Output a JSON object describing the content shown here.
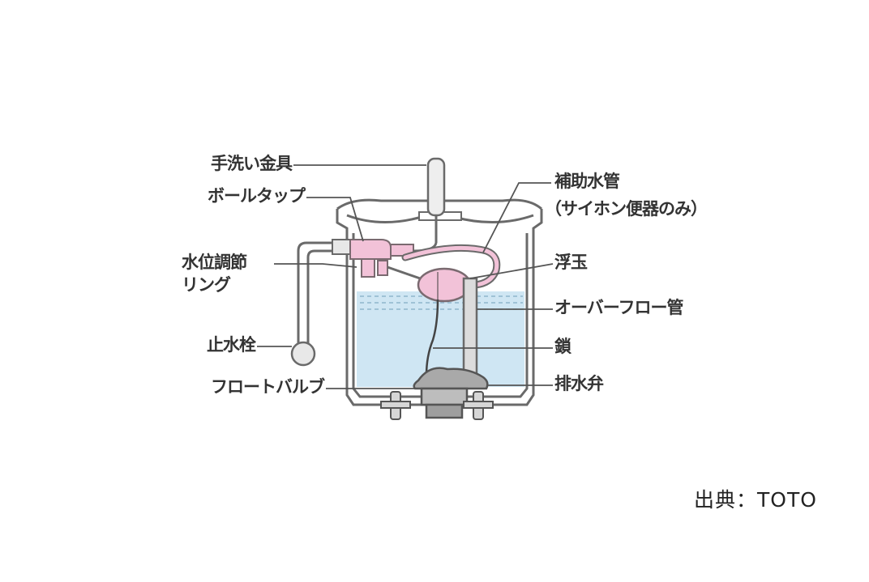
{
  "diagram": {
    "labels": {
      "hand_wash_fitting": "手洗い金具",
      "ball_tap": "ボールタップ",
      "water_level_ring_line1": "水位調節",
      "water_level_ring_line2": "リング",
      "stop_valve": "止水栓",
      "float_valve": "フロートバルブ",
      "aux_pipe_line1": "補助水管",
      "aux_pipe_line2": "（サイホン便器のみ）",
      "float_ball": "浮玉",
      "overflow_pipe": "オーバーフロー管",
      "chain": "鎖",
      "drain_valve": "排水弁"
    },
    "colors": {
      "water": "#cfe6f3",
      "pink_parts": "#f2c2d8",
      "tank_outline": "#6a6a6a",
      "leader_line": "#555555"
    }
  },
  "credit": "出典：TOTO"
}
